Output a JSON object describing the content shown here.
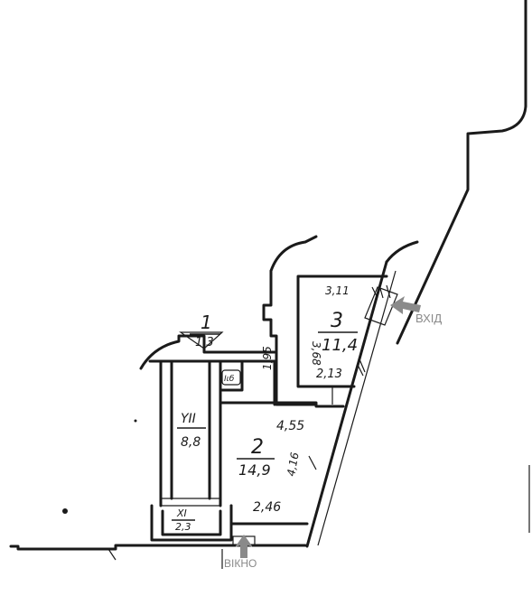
{
  "rooms": {
    "r1": {
      "number": "1",
      "area": "1,3"
    },
    "r2": {
      "number": "2",
      "area": "14,9"
    },
    "r3": {
      "number": "3",
      "area": "11,4"
    },
    "r6": {
      "number": "XI",
      "area": "2,3"
    },
    "r7": {
      "number": "YII",
      "area": "8,8"
    }
  },
  "dimensions": {
    "d_311": "3,11",
    "d_368": "3,68",
    "d_213": "2,13",
    "d_195": "1,95",
    "d_455": "4,55",
    "d_416": "4,16",
    "d_246": "2,46"
  },
  "labels": {
    "entrance": "ВХІД",
    "window": "ВІКНО"
  },
  "colors": {
    "line": "#1a1a1a",
    "arrow": "#8a8a8a"
  }
}
